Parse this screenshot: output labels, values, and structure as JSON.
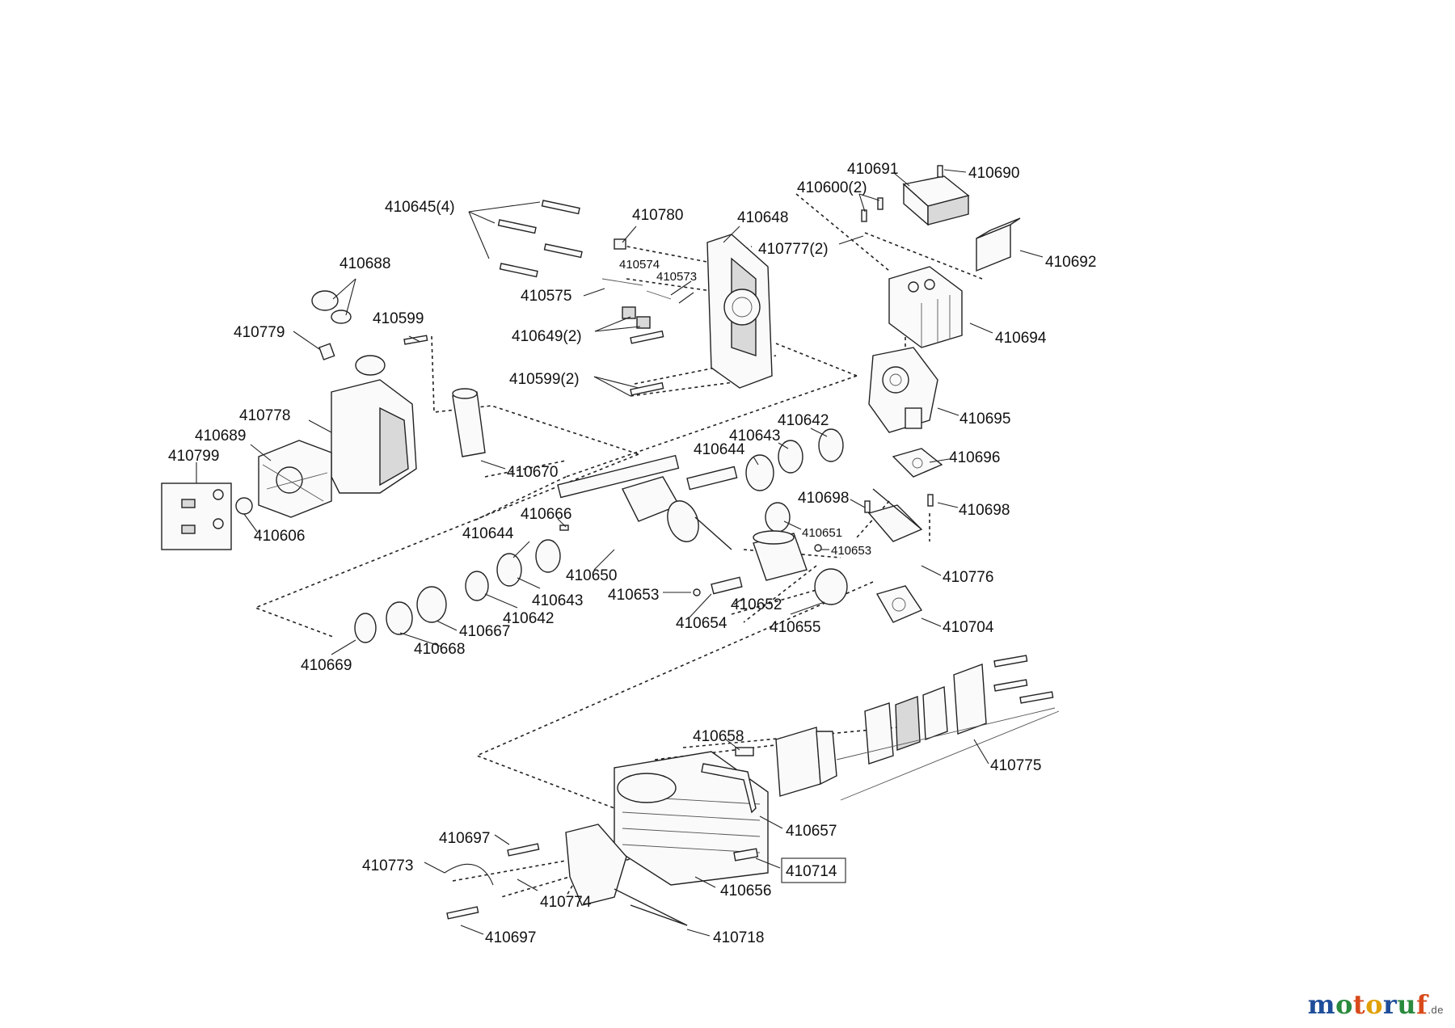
{
  "parts": {
    "p410645": "410645(4)",
    "p410780": "410780",
    "p410648": "410648",
    "p410691": "410691",
    "p410690": "410690",
    "p410600": "410600(2)",
    "p410777": "410777(2)",
    "p410692": "410692",
    "p410688": "410688",
    "p410574": "410574",
    "p410573": "410573",
    "p410575": "410575",
    "p410599a": "410599",
    "p410649": "410649(2)",
    "p410779": "410779",
    "p410694": "410694",
    "p410599b": "410599(2)",
    "p410695": "410695",
    "p410778": "410778",
    "p410642a": "410642",
    "p410643a": "410643",
    "p410689": "410689",
    "p410644a": "410644",
    "p410799": "410799",
    "p410670": "410670",
    "p410696": "410696",
    "p410698a": "410698",
    "p410698b": "410698",
    "p410666": "410666",
    "p410651": "410651",
    "p410606": "410606",
    "p410644b": "410644",
    "p410653a": "410653",
    "p410650": "410650",
    "p410776": "410776",
    "p410643b": "410643",
    "p410653b": "410653",
    "p410652": "410652",
    "p410642b": "410642",
    "p410654": "410654",
    "p410667": "410667",
    "p410655": "410655",
    "p410704": "410704",
    "p410668": "410668",
    "p410669": "410669",
    "p410658": "410658",
    "p410775": "410775",
    "p410657": "410657",
    "p410697a": "410697",
    "p410714": "410714",
    "p410773": "410773",
    "p410656": "410656",
    "p410774": "410774",
    "p410697b": "410697",
    "p410718": "410718"
  },
  "watermark": {
    "brand": "motoruf",
    "suffix": ".de",
    "colors": [
      "#1f4e9a",
      "#2a8a3e",
      "#d84a1b",
      "#e0a000",
      "#1f4e9a",
      "#2a8a3e",
      "#d84a1b"
    ]
  }
}
